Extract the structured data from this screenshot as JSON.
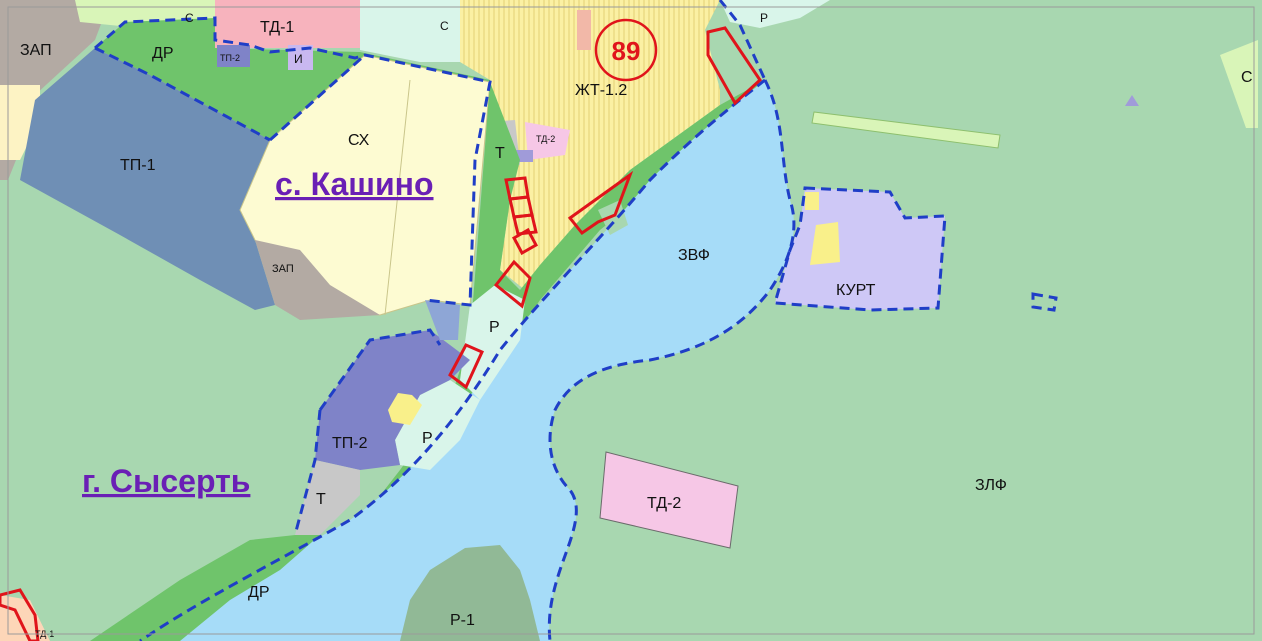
{
  "map": {
    "settlements": {
      "kashino": "с. Кашино",
      "sysert": "г. Сысерть"
    },
    "badge": "89",
    "zones": {
      "zap_top": "ЗАП",
      "c_top_left": "С",
      "td1_top": "ТД-1",
      "c_top_mid": "С",
      "r_top_right": "Р",
      "c_right": "С",
      "dr_top": "ДР",
      "tp2_small": "ТП-2",
      "i_small": "И",
      "zht": "ЖТ-1.2",
      "tp1": "ТП-1",
      "ch": "СХ",
      "t_upper": "Т",
      "td2_small": "ТД-2",
      "zap_mid": "ЗАП",
      "zvf": "ЗВФ",
      "kurt": "КУРТ",
      "r_mid": "Р",
      "r_lower": "Р",
      "tp2": "ТП-2",
      "t_lower": "Т",
      "zlf": "ЗЛФ",
      "td2_big": "ТД-2",
      "dr_bottom": "ДР",
      "r1": "Р-1",
      "td1_bottom": "ТД-1"
    },
    "colors": {
      "forest": "#a8d7b0",
      "water": "#a6dcf8",
      "boundary": "#1f3ec7",
      "highlight": "#e0141b",
      "residential": "#fdf1a6",
      "agri": "#fdfbd2",
      "industry": "#6f8fb5",
      "recreation": "#d9f5ea",
      "business": "#f6c7e6",
      "greenstrip": "#6fc46b"
    }
  }
}
